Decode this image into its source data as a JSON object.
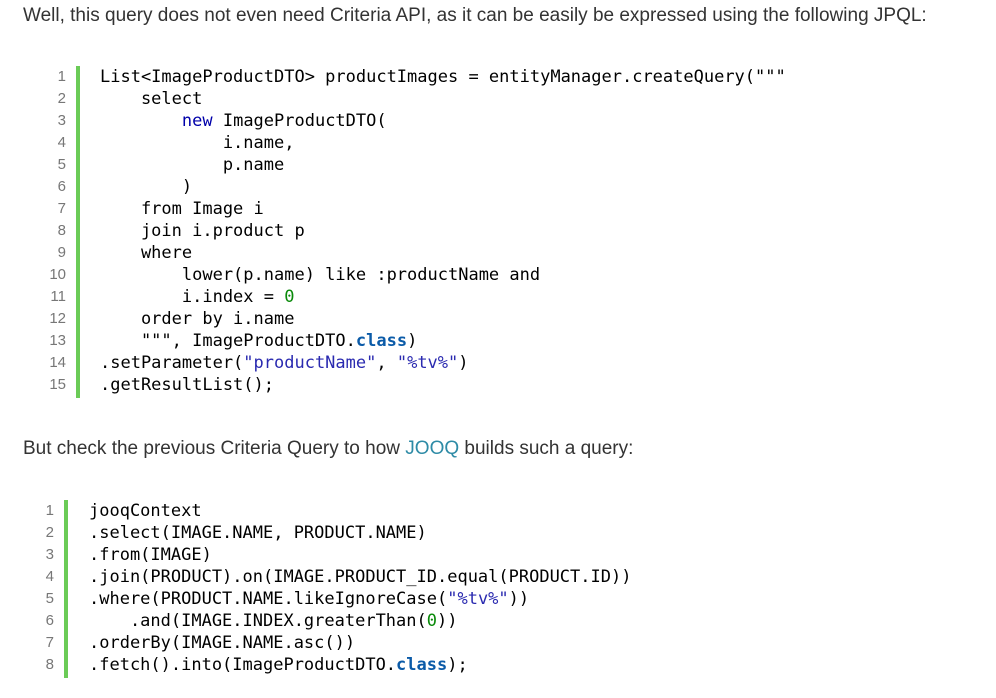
{
  "intro": {
    "text": "Well, this query does not even need Criteria API, as it can be easily be expressed using the following JPQL:"
  },
  "jpql_block": {
    "line_numbers": [
      "1",
      "2",
      "3",
      "4",
      "5",
      "6",
      "7",
      "8",
      "9",
      "10",
      "11",
      "12",
      "13",
      "14",
      "15"
    ],
    "lines": [
      [
        {
          "t": "List<ImageProductDTO> productImages = entityManager.createQuery(\"\"\"",
          "c": ""
        }
      ],
      [
        {
          "t": "    select",
          "c": ""
        }
      ],
      [
        {
          "t": "        ",
          "c": ""
        },
        {
          "t": "new",
          "c": "kw"
        },
        {
          "t": " ImageProductDTO(",
          "c": ""
        }
      ],
      [
        {
          "t": "            i.name,",
          "c": ""
        }
      ],
      [
        {
          "t": "            p.name",
          "c": ""
        }
      ],
      [
        {
          "t": "        )",
          "c": ""
        }
      ],
      [
        {
          "t": "    from Image i",
          "c": ""
        }
      ],
      [
        {
          "t": "    join i.product p",
          "c": ""
        }
      ],
      [
        {
          "t": "    where",
          "c": ""
        }
      ],
      [
        {
          "t": "        lower(p.name) like :productName and",
          "c": ""
        }
      ],
      [
        {
          "t": "        i.index = ",
          "c": ""
        },
        {
          "t": "0",
          "c": "num"
        }
      ],
      [
        {
          "t": "    order by i.name",
          "c": ""
        }
      ],
      [
        {
          "t": "    \"\"\", ImageProductDTO.",
          "c": ""
        },
        {
          "t": "class",
          "c": "kw2"
        },
        {
          "t": ")",
          "c": ""
        }
      ],
      [
        {
          "t": ".setParameter(",
          "c": ""
        },
        {
          "t": "\"productName\"",
          "c": "str"
        },
        {
          "t": ", ",
          "c": ""
        },
        {
          "t": "\"%tv%\"",
          "c": "str"
        },
        {
          "t": ")",
          "c": ""
        }
      ],
      [
        {
          "t": ".getResultList();",
          "c": ""
        }
      ]
    ]
  },
  "middle": {
    "before": "But check the previous Criteria Query to how ",
    "link": "JOOQ",
    "after": " builds such a query:"
  },
  "jooq_block": {
    "line_numbers": [
      "1",
      "2",
      "3",
      "4",
      "5",
      "6",
      "7",
      "8"
    ],
    "lines": [
      [
        {
          "t": "jooqContext",
          "c": ""
        }
      ],
      [
        {
          "t": ".select(IMAGE.NAME, PRODUCT.NAME)",
          "c": ""
        }
      ],
      [
        {
          "t": ".from(IMAGE)",
          "c": ""
        }
      ],
      [
        {
          "t": ".join(PRODUCT).on(IMAGE.PRODUCT_ID.equal(PRODUCT.ID))",
          "c": ""
        }
      ],
      [
        {
          "t": ".where(PRODUCT.NAME.likeIgnoreCase(",
          "c": ""
        },
        {
          "t": "\"%tv%\"",
          "c": "str"
        },
        {
          "t": "))",
          "c": ""
        }
      ],
      [
        {
          "t": "    .and(IMAGE.INDEX.greaterThan(",
          "c": ""
        },
        {
          "t": "0",
          "c": "num"
        },
        {
          "t": "))",
          "c": ""
        }
      ],
      [
        {
          "t": ".orderBy(IMAGE.NAME.asc())",
          "c": ""
        }
      ],
      [
        {
          "t": ".fetch().into(ImageProductDTO.",
          "c": ""
        },
        {
          "t": "class",
          "c": "kw2"
        },
        {
          "t": ");",
          "c": ""
        }
      ]
    ]
  }
}
